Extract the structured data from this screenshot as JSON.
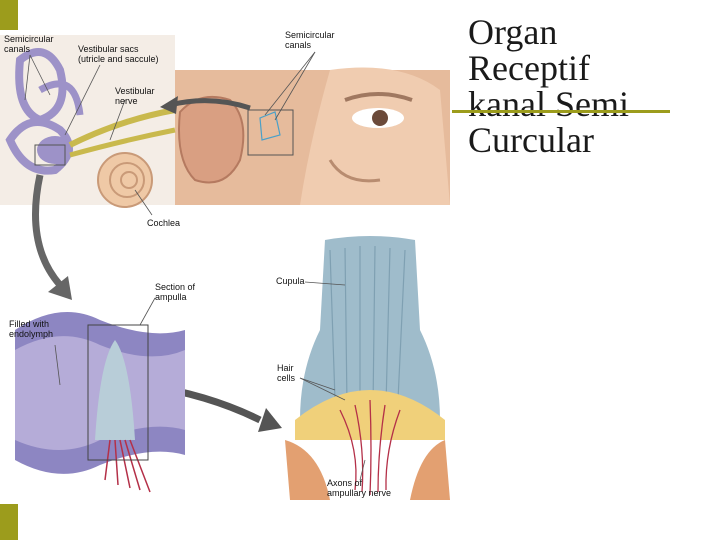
{
  "slide": {
    "title_lines": [
      "Organ",
      "Receptif",
      "kanal Semi",
      "Curcular"
    ]
  },
  "labels": {
    "semicircular_canals_left": [
      "Semicircular",
      "canals"
    ],
    "vestibular_sacs": [
      "Vestibular sacs",
      "(utricle and saccule)"
    ],
    "vestibular_nerve": [
      "Vestibular",
      "nerve"
    ],
    "semicircular_canals_right": [
      "Semicircular",
      "canals"
    ],
    "cochlea": "Cochlea",
    "section_of_ampulla": [
      "Section of",
      "ampulla"
    ],
    "filled_with_endolymph": [
      "Filled with",
      "endolymph"
    ],
    "cupula": "Cupula",
    "hair_cells": [
      "Hair",
      "cells"
    ],
    "axons": [
      "Axons of",
      "ampullary nerve"
    ]
  },
  "colors": {
    "accent": "#9c9c1c",
    "canal": "#9d92c8",
    "skin": "#e9bfa3",
    "nerve": "#c9b94d",
    "cochlea": "#efc9a6",
    "endolymph": "#b8cdd8",
    "cupula": "#9fbccb",
    "hair_cells": "#f0d07a",
    "axons": "#b43048"
  }
}
